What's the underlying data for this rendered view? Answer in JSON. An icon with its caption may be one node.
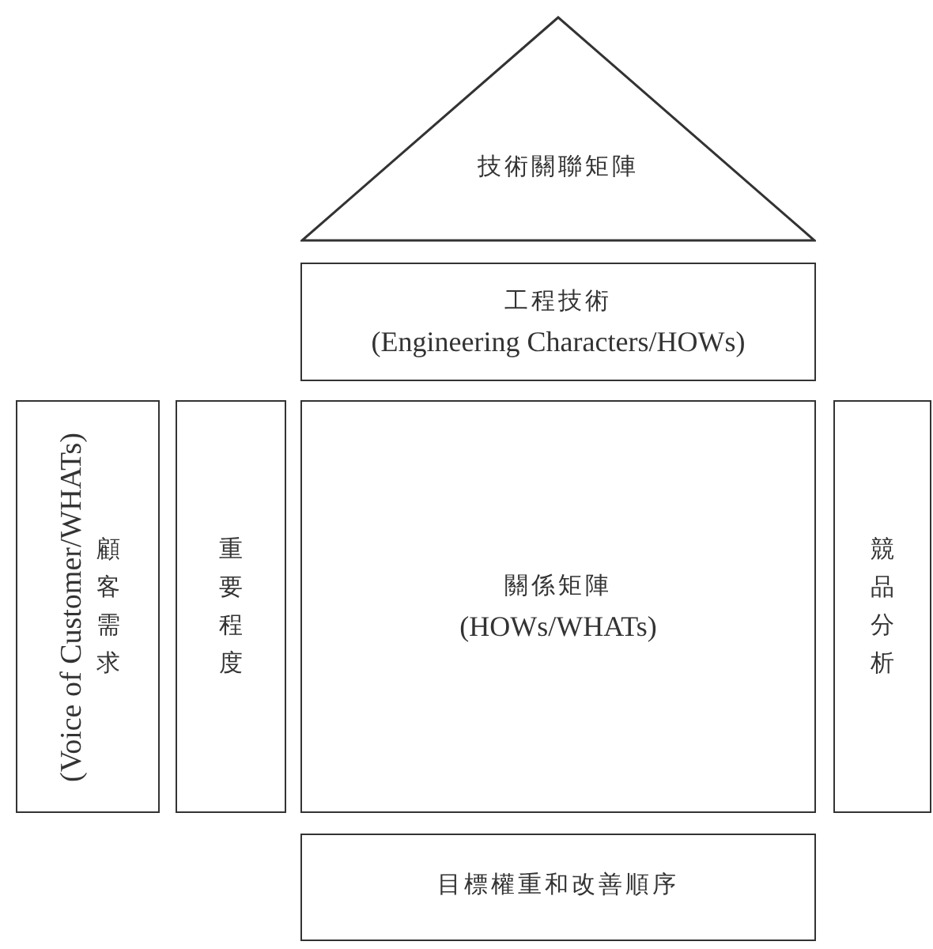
{
  "diagram": {
    "nodes": [
      {
        "text": [
          "技術關聯矩陣"
        ]
      },
      {
        "text": [
          "工程技術",
          "(Engineering Characters/HOWs)"
        ]
      },
      {
        "text": [
          "顧客需求",
          "(Voice of Customer/WHATs)"
        ]
      },
      {
        "text": [
          "重要程度"
        ]
      },
      {
        "text": [
          "關係矩陣",
          "(HOWs/WHATs)"
        ]
      },
      {
        "text": [
          "競品分析"
        ]
      },
      {
        "text": [
          "目標權重和改善順序"
        ]
      }
    ]
  }
}
